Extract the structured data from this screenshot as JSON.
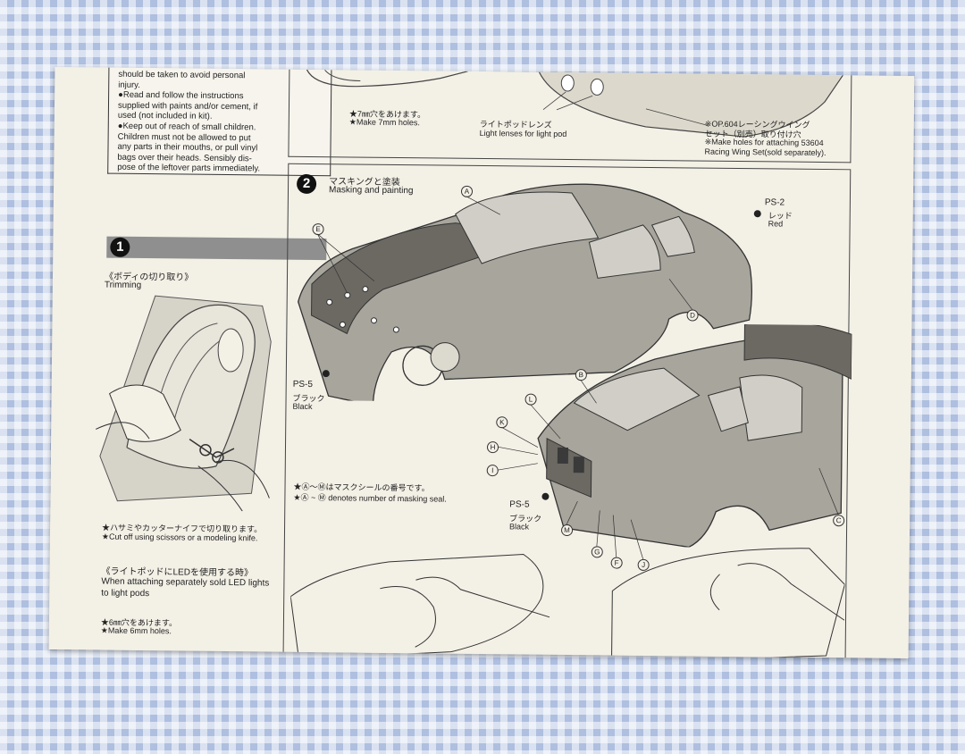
{
  "warning": {
    "lines": [
      "should be taken to avoid personal",
      "injury.",
      "●Read and follow the instructions",
      "supplied with paints and/or cement, if",
      "used (not included in kit).",
      "●Keep out of reach of small children.",
      "Children must not be allowed to put",
      "any parts in their mouths, or pull vinyl",
      "bags over their heads. Sensibly dis-",
      "pose of the leftover parts immediately."
    ]
  },
  "top": {
    "holes_jp": "★7㎜穴をあけます。",
    "holes_en": "★Make 7mm holes.",
    "lens_jp": "ライトポッドレンズ",
    "lens_en": "Light lenses for light pod",
    "wing_jp1": "※OP.604レーシングウイング",
    "wing_jp2": "セット（別売）取り付け穴",
    "wing_en1": "※Make holes for attaching 53604",
    "wing_en2": "Racing Wing Set(sold separately)."
  },
  "step1": {
    "number": "1",
    "title_jp": "《ボディの切り取り》",
    "title_en": "Trimming",
    "cut_jp": "★ハサミやカッターナイフで切り取ります。",
    "cut_en": "★Cut off using scissors or a modeling knife.",
    "led_jp": "《ライトポッドにLEDを使用する時》",
    "led_en1": "When attaching separately sold LED lights",
    "led_en2": "to light pods",
    "holes6_jp": "★6㎜穴をあけます。",
    "holes6_en": "★Make 6mm holes."
  },
  "step2": {
    "number": "2",
    "title_jp": "マスキングと塗装",
    "title_en": "Masking and painting",
    "ps2": "PS-2",
    "ps2_jp": "レッド",
    "ps2_en": "Red",
    "ps5a": "PS-5",
    "ps5a_jp": "ブラック",
    "ps5a_en": "Black",
    "ps5b": "PS-5",
    "ps5b_jp": "ブラック",
    "ps5b_en": "Black",
    "seal_jp": "★Ⓐ～Ⓜはマスクシールの番号です。",
    "seal_en": "★Ⓐ ~ Ⓜ denotes number of masking seal.",
    "labels": {
      "A": "A",
      "B": "B",
      "C": "C",
      "D": "D",
      "E": "E",
      "F": "F",
      "G": "G",
      "H": "H",
      "I": "I",
      "J": "J",
      "K": "K",
      "L": "L",
      "M": "M"
    }
  }
}
